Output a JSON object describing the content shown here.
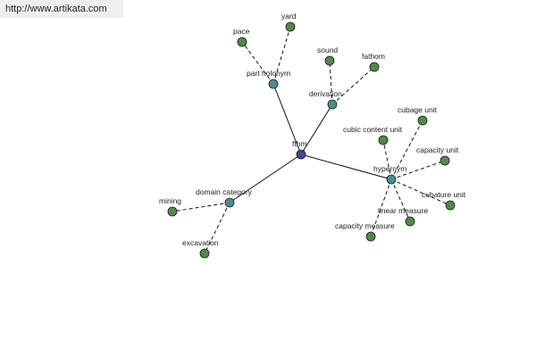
{
  "watermark": "http://www.artikata.com",
  "graph": {
    "center": {
      "label": "fthm",
      "color": "#3b4a8c"
    },
    "relations": [
      {
        "key": "part_holonym",
        "label": "part holonym",
        "color": "#4a8f8f"
      },
      {
        "key": "derivation",
        "label": "derivation",
        "color": "#4a8f8f"
      },
      {
        "key": "hypernym",
        "label": "hypernym",
        "color": "#4a8f8f"
      },
      {
        "key": "domain_category",
        "label": "domain category",
        "color": "#4a8f8f"
      }
    ],
    "terms": [
      {
        "label": "yard",
        "relation": "part_holonym",
        "color": "#4f8a46"
      },
      {
        "label": "pace",
        "relation": "part_holonym",
        "color": "#4f8a46"
      },
      {
        "label": "sound",
        "relation": "derivation",
        "color": "#4f8a46"
      },
      {
        "label": "fathom",
        "relation": "derivation",
        "color": "#4f8a46"
      },
      {
        "label": "cubic content unit",
        "relation": "hypernym",
        "color": "#4f8a46"
      },
      {
        "label": "cubage unit",
        "relation": "hypernym",
        "color": "#4f8a46"
      },
      {
        "label": "capacity unit",
        "relation": "hypernym",
        "color": "#4f8a46"
      },
      {
        "label": "cubature unit",
        "relation": "hypernym",
        "color": "#4f8a46"
      },
      {
        "label": "linear measure",
        "relation": "hypernym",
        "color": "#4f8a46"
      },
      {
        "label": "capacity measure",
        "relation": "hypernym",
        "color": "#4f8a46"
      },
      {
        "label": "mining",
        "relation": "domain_category",
        "color": "#4f8a46"
      },
      {
        "label": "excavation",
        "relation": "domain_category",
        "color": "#4f8a46"
      }
    ]
  }
}
